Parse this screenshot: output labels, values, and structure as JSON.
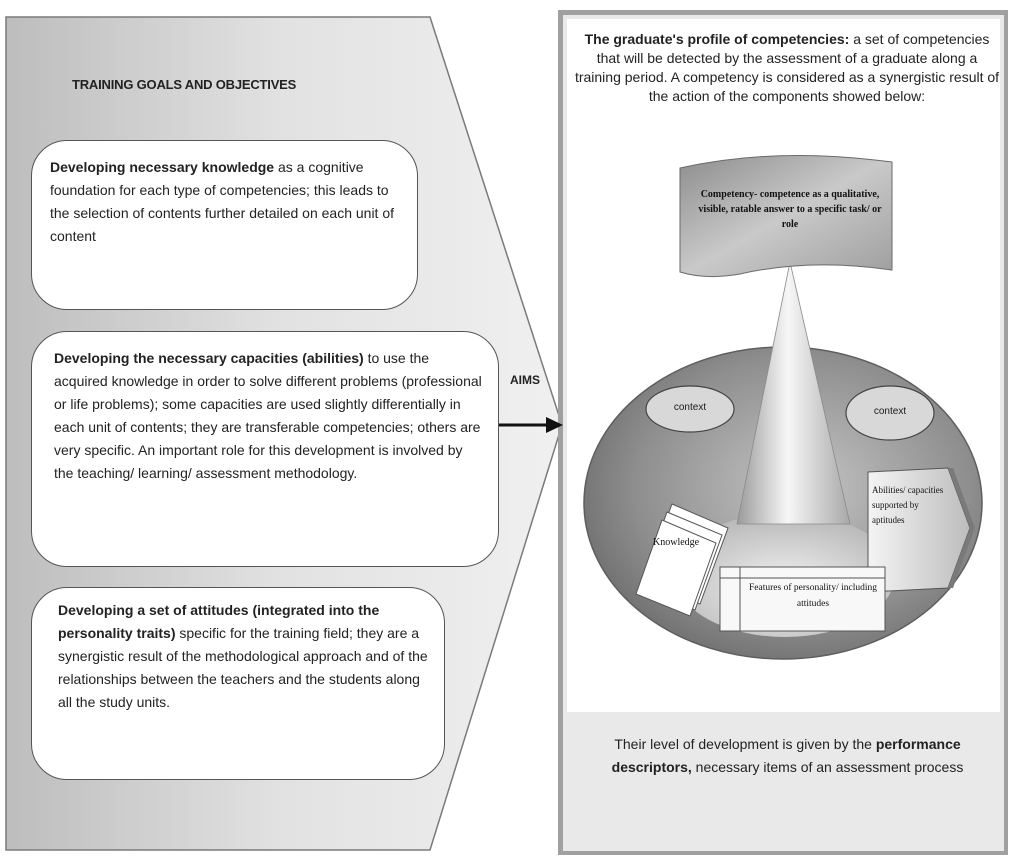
{
  "left_panel": {
    "heading": "TRAINING  GOALS AND OBJECTIVES",
    "boxes": [
      {
        "bold": "Developing necessary knowledge",
        "text": " as a  cognitive foundation for each type of competencies; this leads to the selection of contents further detailed on each unit of content"
      },
      {
        "bold": "Developing  the necessary capacities (abilities)",
        "text": " to use the acquired knowledge in order to solve different problems (professional or life problems); some capacities are used slightly differentially in each unit of contents; they are transferable competencies; others are very specific. An important role for this development is involved by the teaching/ learning/ assessment methodology."
      },
      {
        "bold": "Developing a set of attitudes (integrated into the personality traits)",
        "text": " specific for the training field; they are a synergistic result of the methodological approach and of the relationships between the teachers and the students along all the study units."
      }
    ]
  },
  "arrow_label": "AIMS",
  "right_panel": {
    "profile_bold": "The graduate's profile of competencies:",
    "profile_text": " a set of competencies that will be detected by the assessment of a graduate along a training period. A competency is considered as a synergistic result of the action of the components showed below:",
    "competency_label": "Competency- competence as a qualitative, visible, ratable answer to a specific task/ or role",
    "context_left": "context",
    "context_right": "context",
    "knowledge_label": "Knowledge",
    "abilities_label": "Abilities/ capacities supported by aptitudes",
    "features_label": "Features of personality/ including attitudes",
    "bottom_pre": "Their level of development is given by the ",
    "bottom_bold": "performance descriptors,",
    "bottom_post": " necessary items of an assessment process"
  }
}
